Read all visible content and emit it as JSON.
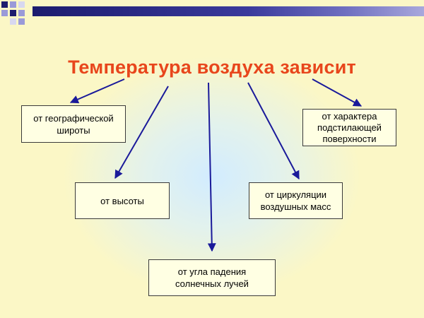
{
  "title": "Температура воздуха зависит",
  "factors": [
    "от географической\nшироты",
    "от высоты",
    "от угла падения\nсолнечных лучей",
    "от циркуляции\nвоздушных масс",
    "от характера\nподстилающей\nповерхности"
  ],
  "colors": {
    "title": "#e8461c",
    "arrows": "#1a1a9a",
    "background": "#fbf7c6",
    "box_fill": "#ffffe3",
    "header_band": "#1c1c6e"
  }
}
